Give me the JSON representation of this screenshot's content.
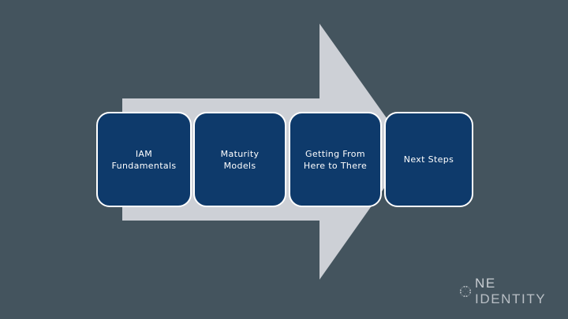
{
  "slide": {
    "background_color": "#44545e",
    "arrow": {
      "name": "process-arrow",
      "color": "#cdd0d6",
      "direction": "right"
    },
    "stages": [
      {
        "id": "iam-fundamentals",
        "label": "IAM\nFundamentals",
        "fill_color": "#0e3a6b",
        "border_color": "#ffffff",
        "text_color": "#ffffff"
      },
      {
        "id": "maturity-models",
        "label": "Maturity\nModels",
        "fill_color": "#0e3a6b",
        "border_color": "#ffffff",
        "text_color": "#ffffff"
      },
      {
        "id": "getting-from-here-to-there",
        "label": "Getting From\nHere to There",
        "fill_color": "#0e3a6b",
        "border_color": "#ffffff",
        "text_color": "#ffffff"
      },
      {
        "id": "next-steps",
        "label": "Next Steps",
        "fill_color": "#0e3a6b",
        "border_color": "#ffffff",
        "text_color": "#ffffff"
      }
    ]
  },
  "logo": {
    "mark_icon": "one-identity-ring-icon",
    "word_one": "NE",
    "word_identity": "IDENTITY",
    "color": "#c9ced3"
  }
}
